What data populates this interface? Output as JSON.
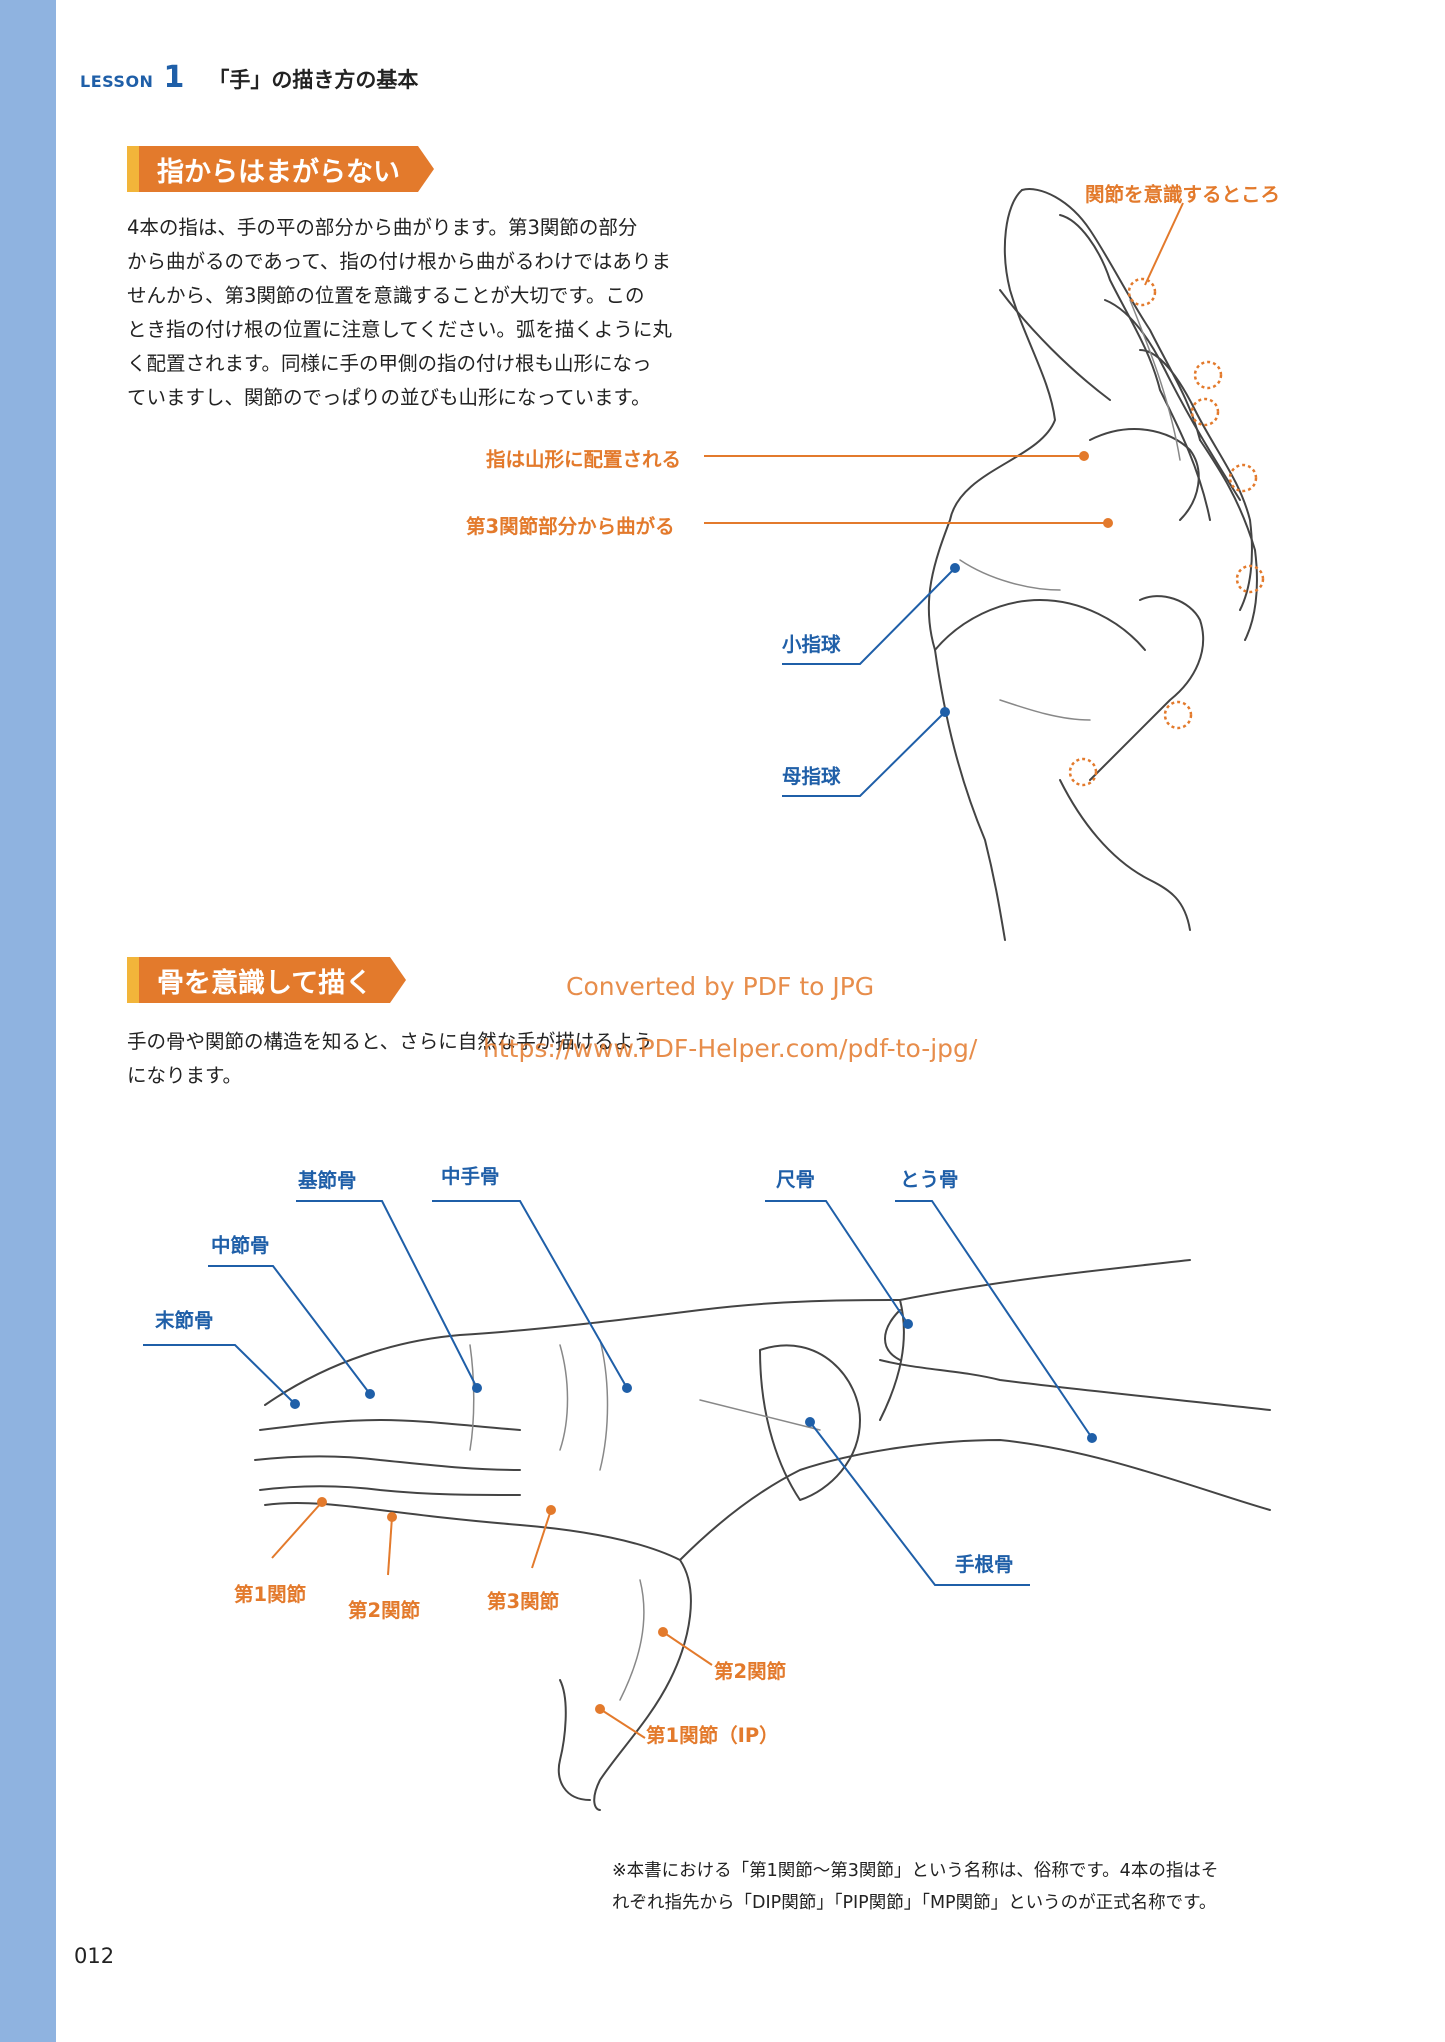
{
  "header": {
    "lesson_word": "LESSON",
    "lesson_number": "1",
    "title": "「手」の描き方の基本"
  },
  "section1": {
    "title": "指からはまがらない",
    "paragraph": [
      "4本の指は、手の平の部分から曲がります。第3関節の部分",
      "から曲がるのであって、指の付け根から曲がるわけではありま",
      "せんから、第3関節の位置を意識することが大切です。この",
      "とき指の付け根の位置に注意してください。弧を描くように丸",
      "く配置されます。同様に手の甲側の指の付け根も山形になっ",
      "ていますし、関節のでっぱりの並びも山形になっています。"
    ],
    "annotations": {
      "joint_awareness": "関節を意識するところ",
      "mountain": "指は山形に配置される",
      "third_joint": "第3関節部分から曲がる",
      "hypothenar": "小指球",
      "thenar": "母指球"
    }
  },
  "section2": {
    "title": "骨を意識して描く",
    "paragraph": [
      "手の骨や関節の構造を知ると、さらに自然な手が描けるよう",
      "になります。"
    ],
    "annotations": {
      "proximal_phalanx": "基節骨",
      "metacarpal": "中手骨",
      "middle_phalanx": "中節骨",
      "distal_phalanx": "末節骨",
      "ulna": "尺骨",
      "radius": "とう骨",
      "carpal": "手根骨",
      "joint1": "第1関節",
      "joint2": "第2関節",
      "joint3": "第3関節",
      "thumb_joint2": "第2関節",
      "thumb_joint1": "第1関節（IP）"
    }
  },
  "watermark": {
    "line1": "Converted by PDF to JPG",
    "line2": "https://www.PDF-Helper.com/pdf-to-jpg/"
  },
  "footnote": [
    "※本書における「第1関節～第3関節」という名称は、俗称です。4本の指はそ",
    "れぞれ指先から「DIP関節」「PIP関節」「MP関節」というのが正式名称です。"
  ],
  "page_number": "012",
  "colors": {
    "accent_orange": "#e37a2c",
    "accent_yellow": "#f2b53a",
    "label_blue": "#1f5fa8",
    "side_bar": "#8fb3e0"
  }
}
